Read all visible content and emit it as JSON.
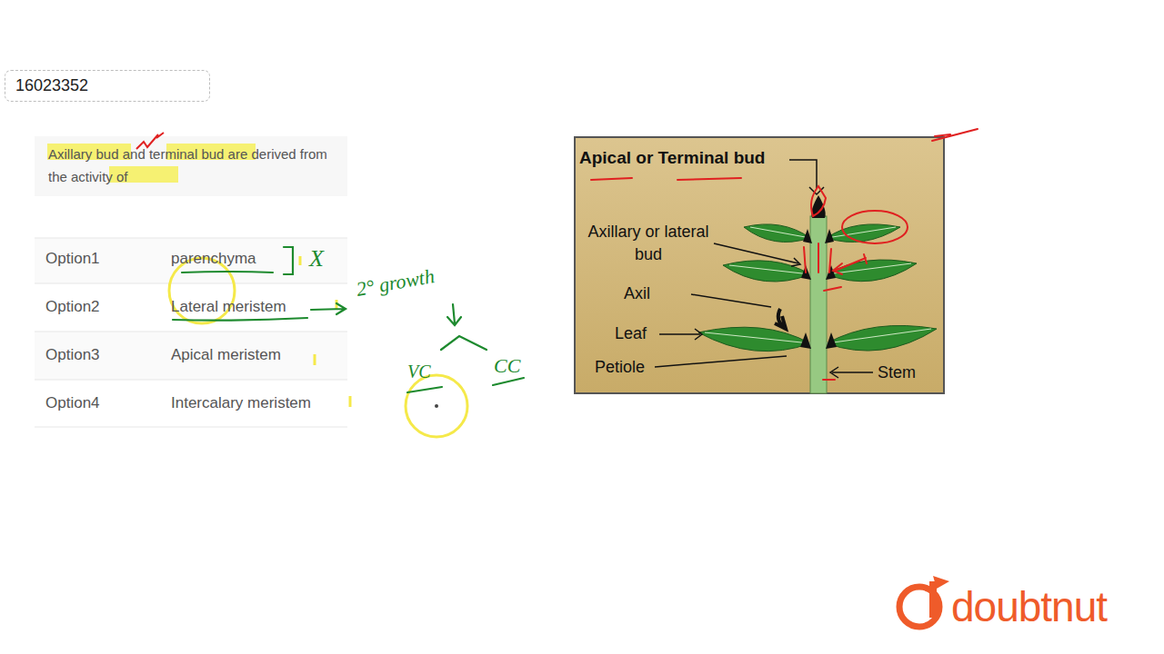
{
  "diagram": {
    "nodes": [
      {
        "text": [
          "16023352"
        ]
      },
      {
        "text": [
          "Axillary bud and terminal bud are derived from the activity of"
        ]
      },
      {
        "text": [
          "Apical or Terminal bud",
          "Axillary or lateral bud",
          "Axil",
          "Leaf",
          "Petiole",
          "Stem"
        ]
      }
    ],
    "labels": [
      "Option1",
      "parenchyma",
      "Option2",
      "Lateral meristem",
      "Option3",
      "Apical meristem",
      "Option4",
      "Intercalary meristem",
      "X",
      "2° growth",
      "VC",
      "CC",
      "doubtnut"
    ]
  }
}
